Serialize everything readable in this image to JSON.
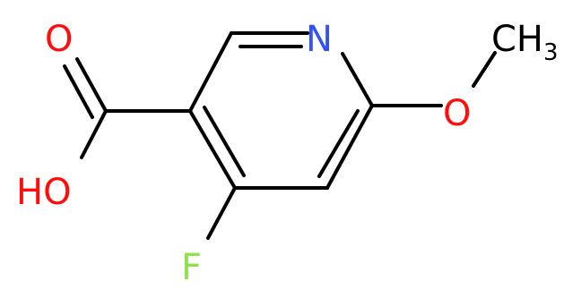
{
  "molecule": {
    "atoms": {
      "nitrogen": "N",
      "fluorine": "F",
      "carbonyl_oxygen": "O",
      "hydroxyl": "HO",
      "ether_oxygen": "O",
      "methyl_c": "CH",
      "methyl_sub": "3"
    },
    "colors": {
      "bond": "#000000",
      "nitrogen": "#3050F8",
      "oxygen": "#FF0D0D",
      "fluorine": "#90E050",
      "carbon_label": "#000000"
    }
  }
}
